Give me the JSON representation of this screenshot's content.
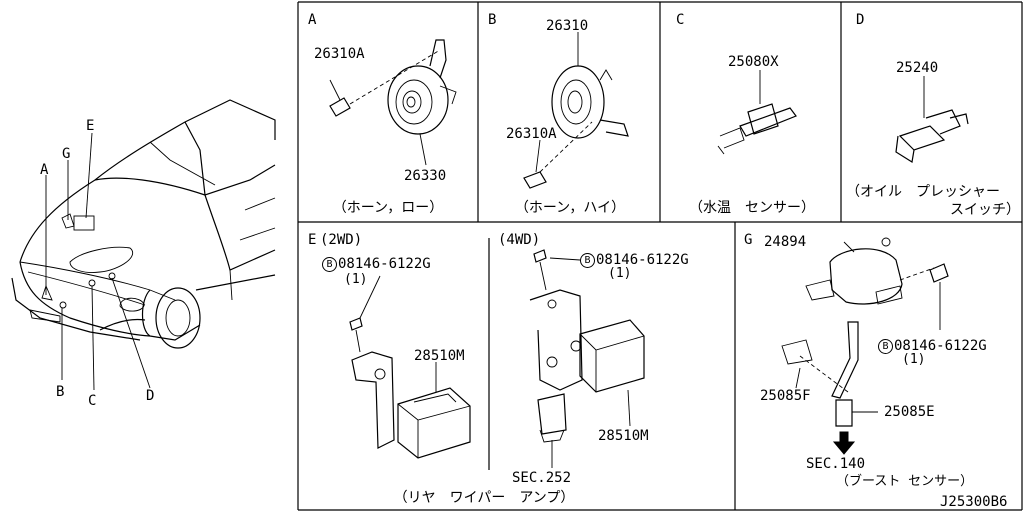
{
  "diagram_id": "J25300B6",
  "car_callouts": [
    "A",
    "B",
    "C",
    "D",
    "E",
    "G"
  ],
  "panels": {
    "A": {
      "letter": "A",
      "parts": [
        "26310A",
        "26330"
      ],
      "caption": "（ホーン，ロー）"
    },
    "B": {
      "letter": "B",
      "parts": [
        "26310",
        "26310A"
      ],
      "caption": "（ホーン，ハイ）"
    },
    "C": {
      "letter": "C",
      "parts": [
        "25080X"
      ],
      "caption": "（水温　センサー）"
    },
    "D": {
      "letter": "D",
      "parts": [
        "25240"
      ],
      "caption_line1": "（オイル　プレッシャー",
      "caption_line2": "スイッチ）"
    },
    "E": {
      "letter": "E",
      "variant_2wd": "(2WD)",
      "variant_4wd": "(4WD)",
      "bolt_2wd": "08146-6122G",
      "bolt_2wd_qty": "(1)",
      "bolt_4wd": "08146-6122G",
      "bolt_4wd_qty": "(1)",
      "relay_2wd": "28510M",
      "relay_4wd": "28510M",
      "sec": "SEC.252",
      "caption": "（リヤ　ワイパー　アンプ）",
      "bolt_symbol": "B"
    },
    "G": {
      "letter": "G",
      "part_tank": "24894",
      "bolt": "08146-6122G",
      "bolt_qty": "(1)",
      "part_clip": "25085F",
      "part_hose": "25085E",
      "sec": "SEC.140",
      "caption": "（ブースト センサー）",
      "bolt_symbol": "B"
    }
  }
}
